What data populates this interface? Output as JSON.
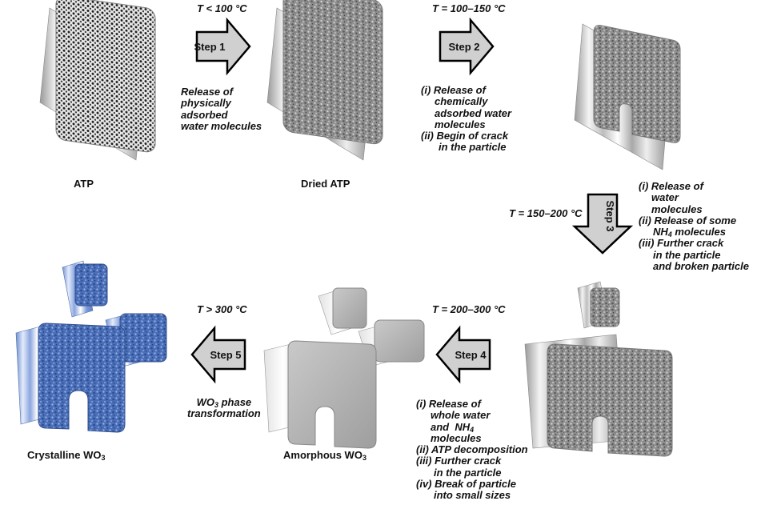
{
  "colors": {
    "gray_particle": "#8d8d8d",
    "amorphous": "#b9b9b9",
    "crystalline": "#4a6fb8",
    "arrow_fill": "#d0d0d0",
    "arrow_stroke": "#000000"
  },
  "particles": {
    "atp": {
      "name": "ATP",
      "texture": "porous"
    },
    "dried_atp": {
      "name": "Dried ATP",
      "texture": "granular"
    },
    "cracked": {
      "texture": "granular"
    },
    "broken": {
      "texture": "granular"
    },
    "amorphous": {
      "name_main": "Amorphous WO",
      "name_sub": "3",
      "texture": "smooth"
    },
    "crystalline": {
      "name_main": "Crystalline WO",
      "name_sub": "3",
      "texture": "blue-granular"
    }
  },
  "steps": [
    {
      "id": 1,
      "label": "Step 1",
      "direction": "right",
      "temperature": "T < 100 °C",
      "notes": [
        "Release of",
        "physically",
        "adsorbed",
        "water molecules"
      ]
    },
    {
      "id": 2,
      "label": "Step 2",
      "direction": "right",
      "temperature": "T = 100–150 °C",
      "notes": [
        "(i)  Release of",
        "chemically",
        "adsorbed  water",
        "molecules",
        "(ii) Begin of crack",
        "in the particle"
      ]
    },
    {
      "id": 3,
      "label": "Step 3",
      "direction": "down",
      "temperature": "T = 150–200 °C",
      "notes": [
        "(i)  Release  of",
        "water",
        "molecules",
        "(ii) Release  of some",
        "NH4 molecules",
        "(iii) Further crack",
        "in the particle",
        "and broken particle"
      ]
    },
    {
      "id": 4,
      "label": "Step 4",
      "direction": "left",
      "temperature": "T = 200–300 °C",
      "notes": [
        "(i)  Release  of",
        "whole water",
        "and  NH4",
        "molecules",
        "(ii) ATP decomposition",
        "(iii) Further crack",
        "in the particle",
        "(iv)  Break of particle",
        "into small sizes"
      ]
    },
    {
      "id": 5,
      "label": "Step 5",
      "direction": "left",
      "temperature": "T > 300 °C",
      "notes_main": "WO",
      "notes_sub": "3",
      "notes_tail": " phase",
      "notes_line2": "transformation"
    }
  ]
}
